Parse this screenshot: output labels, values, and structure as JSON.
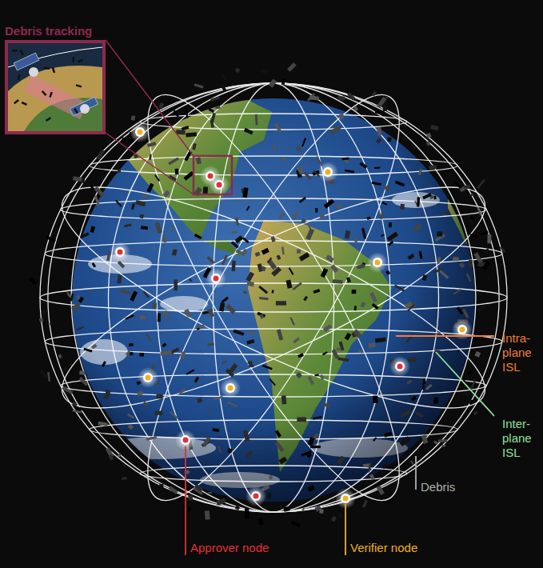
{
  "diagram": {
    "nodes": [
      {
        "text": [
          "Debris tracking"
        ]
      }
    ],
    "labels": [
      "Intra- plane ISL",
      "Inter- plane ISL",
      "Debris",
      "Approver node",
      "Verifier node"
    ]
  }
}
